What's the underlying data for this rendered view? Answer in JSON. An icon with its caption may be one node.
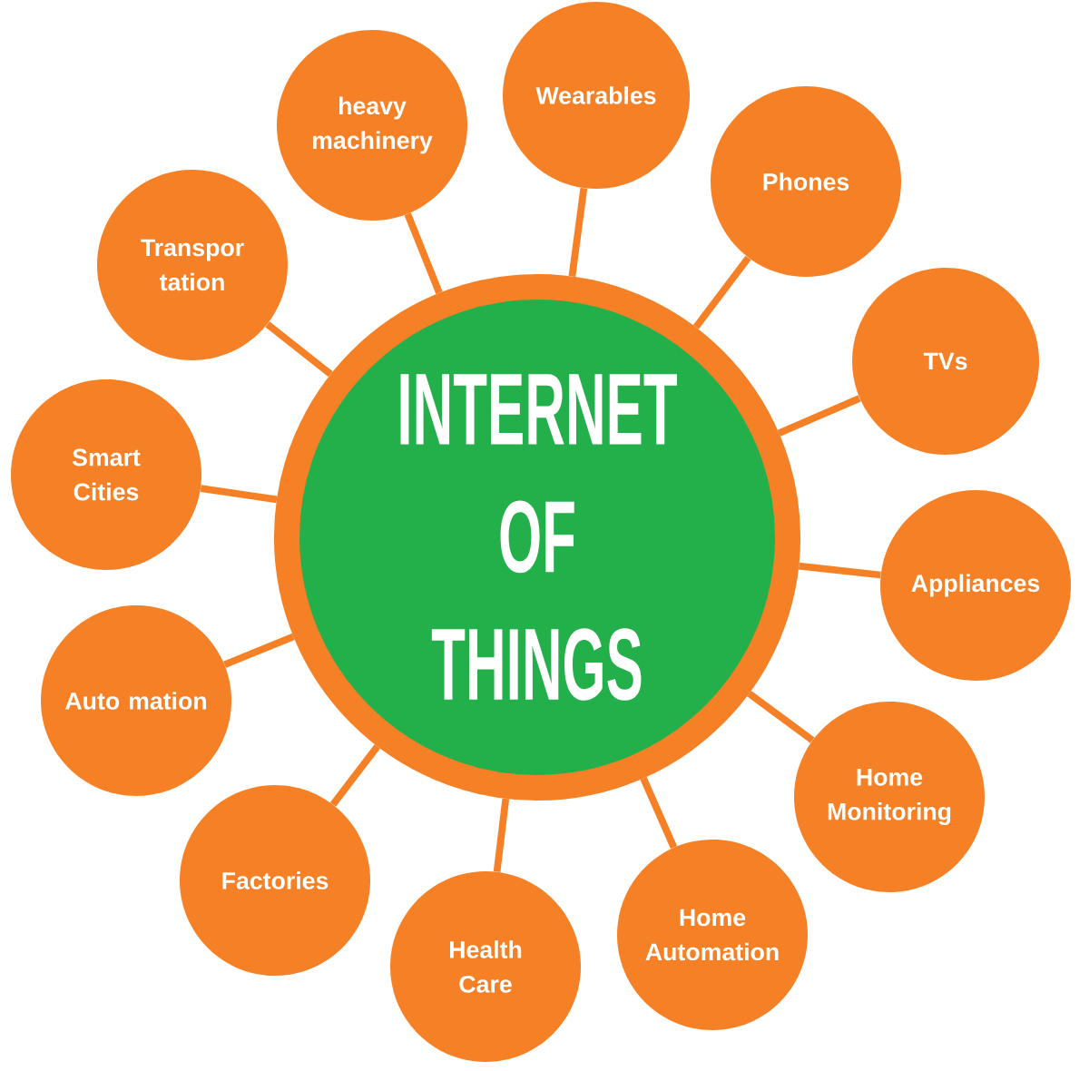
{
  "diagram": {
    "nodes": [
      {
        "text": [
          "INTERNET OF THINGS"
        ]
      },
      {
        "text": [
          "heavy machinery"
        ]
      },
      {
        "text": [
          "Wearables"
        ]
      },
      {
        "text": [
          "Phones"
        ]
      },
      {
        "text": [
          "TVs"
        ]
      },
      {
        "text": [
          "Appliances"
        ]
      },
      {
        "text": [
          "Home Monitoring"
        ]
      },
      {
        "text": [
          "Home Automation"
        ]
      },
      {
        "text": [
          "Health Care"
        ]
      },
      {
        "text": [
          "Factories"
        ]
      },
      {
        "text": [
          "Auto mation"
        ]
      },
      {
        "text": [
          "Smart Cities"
        ]
      },
      {
        "text": [
          "Transpor tation"
        ]
      }
    ],
    "edges": [
      {
        "from": 0,
        "to": 1,
        "arrow": "none"
      },
      {
        "from": 0,
        "to": 2,
        "arrow": "none"
      },
      {
        "from": 0,
        "to": 3,
        "arrow": "none"
      },
      {
        "from": 0,
        "to": 4,
        "arrow": "none"
      },
      {
        "from": 0,
        "to": 5,
        "arrow": "none"
      },
      {
        "from": 0,
        "to": 6,
        "arrow": "none"
      },
      {
        "from": 0,
        "to": 7,
        "arrow": "none"
      },
      {
        "from": 0,
        "to": 8,
        "arrow": "none"
      },
      {
        "from": 0,
        "to": 9,
        "arrow": "none"
      },
      {
        "from": 0,
        "to": 10,
        "arrow": "none"
      },
      {
        "from": 0,
        "to": 11,
        "arrow": "none"
      },
      {
        "from": 0,
        "to": 12,
        "arrow": "none"
      }
    ]
  }
}
